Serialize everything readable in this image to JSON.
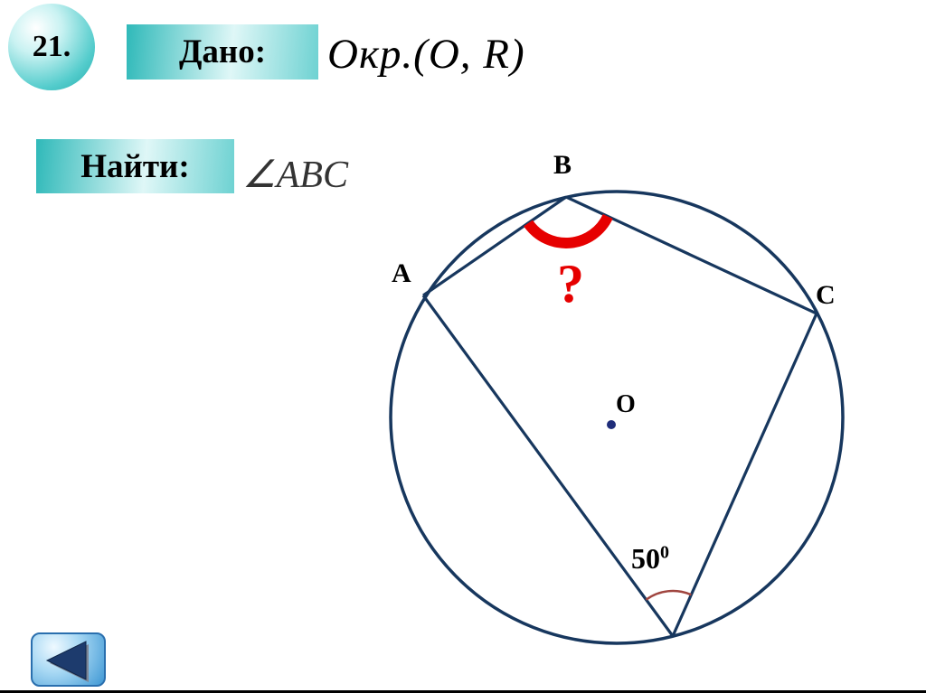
{
  "slide": {
    "number": "21.",
    "given": {
      "label": "Дано:",
      "value": "Окр.(O, R)"
    },
    "find": {
      "label": "Найти:",
      "value": "∠ABC"
    }
  },
  "diagram": {
    "point_labels": {
      "A": "A",
      "B": "B",
      "C": "C",
      "O": "O"
    },
    "unknown_angle_mark": "?",
    "angle_d": {
      "value": "50",
      "superscript": "0"
    }
  },
  "colors": {
    "navy": "#17375e",
    "red": "#e60000",
    "teal": "#2fb9b9",
    "angle_arc_brown": "#a0453f",
    "button_blue": "#3e97d4"
  }
}
